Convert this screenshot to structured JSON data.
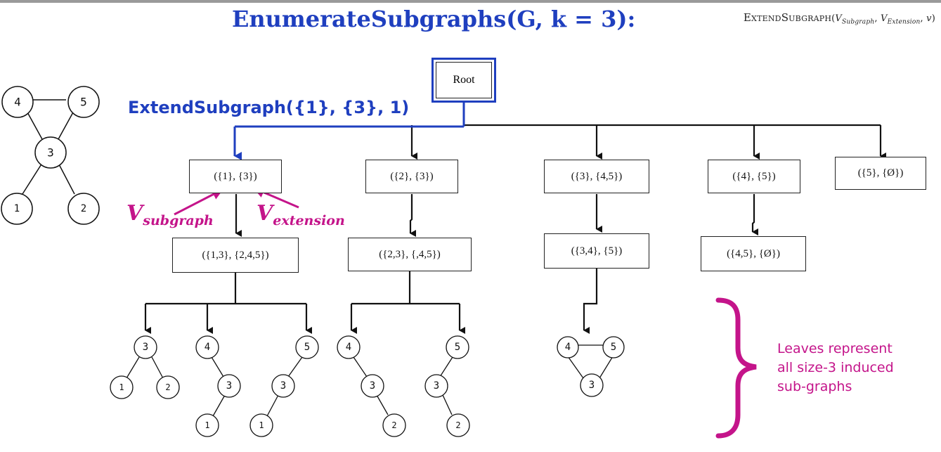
{
  "title": "EnumerateSubgraphs(G, k = 3):",
  "signature": "ExtendSubgraph(V_Subgraph, V_Extension, v)",
  "signature_parts": {
    "name": "ExtendSubgraph",
    "open": "(",
    "arg1": "V",
    "arg1_sub": "Subgraph",
    "comma1": ", ",
    "arg2": "V",
    "arg2_sub": "Extension",
    "comma2": ", ",
    "arg3": "v",
    "close": ")"
  },
  "call_label": "ExtendSubgraph({1}, {3}, 1)",
  "root_label": "Root",
  "label_subgraph": {
    "base": "V",
    "sub": "subgraph"
  },
  "label_extension": {
    "base": "V",
    "sub": "extension"
  },
  "level1": [
    "({1}, {3})",
    "({2}, {3})",
    "({3}, {4,5})",
    "({4}, {5})",
    "({5}, {Ø})"
  ],
  "level2": [
    "({1,3}, {2,4,5})",
    "({2,3}, {,4,5})",
    "({3,4}, {5})",
    "({4,5}, {Ø})"
  ],
  "leaves_note": "Leaves represent all size-3 induced sub-graphs",
  "input_graph": {
    "nodes": [
      "1",
      "2",
      "3",
      "4",
      "5"
    ],
    "edges": [
      [
        "4",
        "5"
      ],
      [
        "4",
        "3"
      ],
      [
        "5",
        "3"
      ],
      [
        "3",
        "1"
      ],
      [
        "3",
        "2"
      ]
    ]
  },
  "leaves": [
    {
      "nodes": [
        "3",
        "1",
        "2"
      ]
    },
    {
      "nodes": [
        "4",
        "3",
        "1"
      ]
    },
    {
      "nodes": [
        "5",
        "3",
        "1"
      ]
    },
    {
      "nodes": [
        "4",
        "3",
        "2"
      ]
    },
    {
      "nodes": [
        "5",
        "3",
        "2"
      ]
    },
    {
      "nodes": [
        "4",
        "5",
        "3"
      ]
    }
  ],
  "colors": {
    "blue": "#1f3fbf",
    "magenta": "#c4148a",
    "line": "#111111"
  }
}
